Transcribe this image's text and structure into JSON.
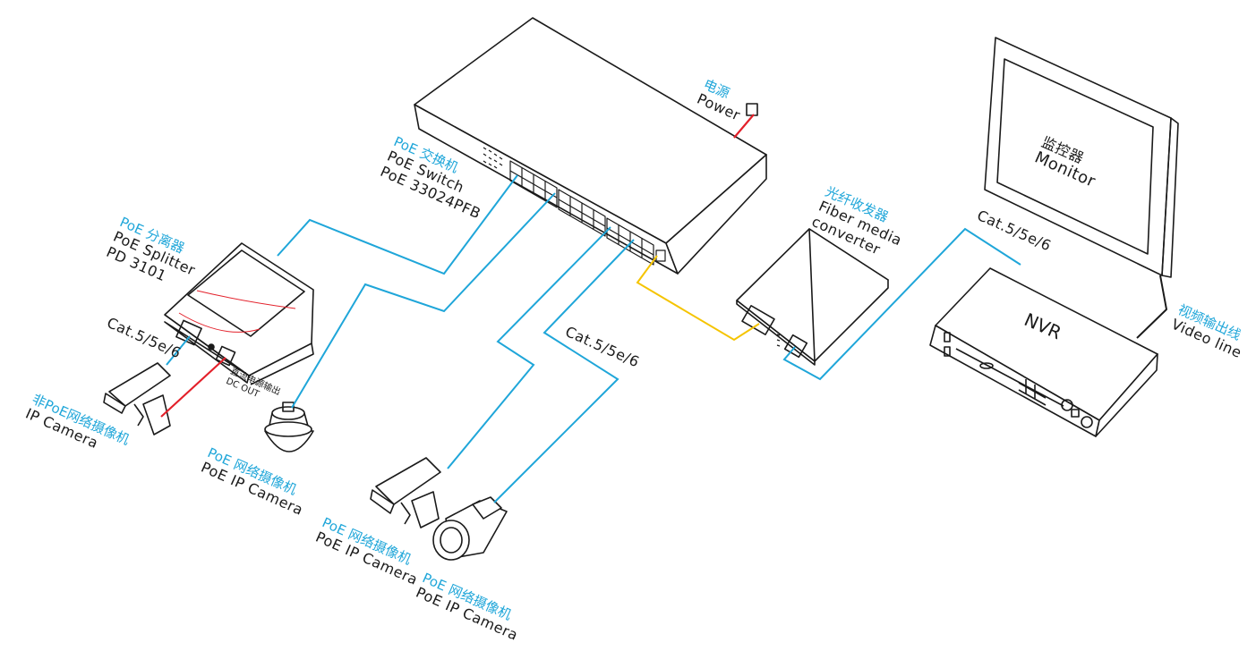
{
  "labels": {
    "switch_cn": "PoE 交换机",
    "switch_en": "PoE  Switch",
    "switch_model": "PoE 33024PFB",
    "power_cn": "电源",
    "power_en": "Power",
    "splitter_cn": "PoE 分离器",
    "splitter_en": "PoE Splitter",
    "splitter_model": "PD 3101",
    "fiber_cn": "光纤收发器",
    "fiber_en_1": "Fiber media",
    "fiber_en_2": "converter",
    "monitor_cn": "监控器",
    "monitor_en": "Monitor",
    "nvr": "NVR",
    "video_cn": "视频输出线",
    "video_en": "Video line",
    "cat_top": "Cat.5/5e/6",
    "cat_splitter": "Cat.5/5e/6",
    "cat_mid": "Cat.5/5e/6",
    "nonpoe_cn": "非PoE网络摄像机",
    "nonpoe_en": "IP Camera",
    "dc_cn": "直流电源输出",
    "dc_en": "DC OUT",
    "cam1_cn": "PoE 网络摄像机",
    "cam1_en": "PoE IP Camera",
    "cam2_cn": "PoE 网络摄像机",
    "cam2_en": "PoE IP Camera",
    "cam3_cn": "PoE 网络摄像机",
    "cam3_en": "PoE IP Camera"
  },
  "colors": {
    "ethernet": "#1fa6d9",
    "fiber": "#f5c400",
    "power": "#e3202a",
    "outline": "#1a1a1a"
  }
}
